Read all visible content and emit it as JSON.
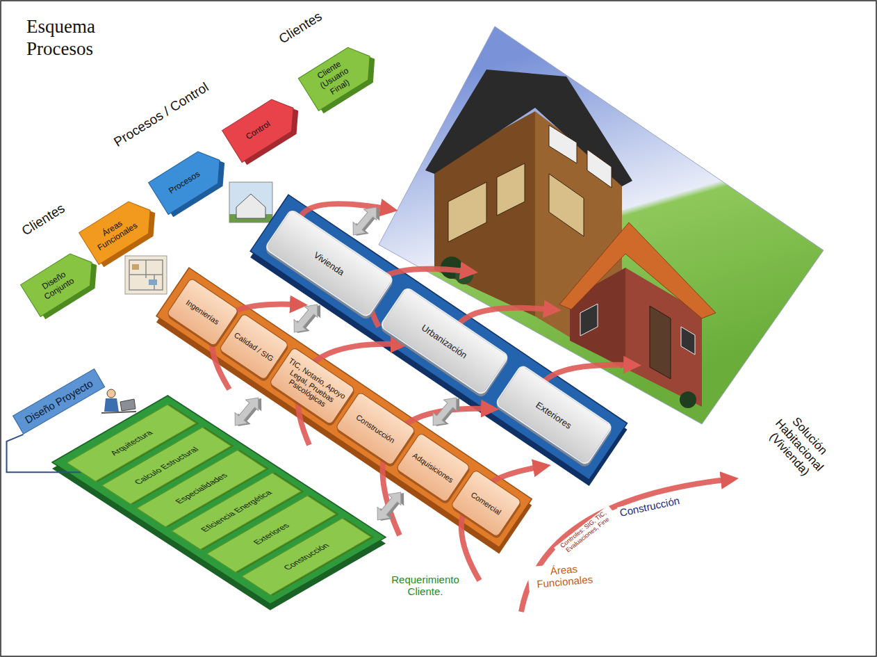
{
  "diagram": {
    "title": "Esquema Procesos",
    "nodes": [
      {
        "text": [
          "Diseño Conjunto"
        ]
      },
      {
        "text": [
          "Áreas Funcionales"
        ]
      },
      {
        "text": [
          "Procesos"
        ]
      },
      {
        "text": [
          "Control"
        ]
      },
      {
        "text": [
          "Cliente (Usuario Final)"
        ]
      },
      {
        "text": [
          "Vivienda"
        ]
      },
      {
        "text": [
          "Urbanización"
        ]
      },
      {
        "text": [
          "Exteriores"
        ]
      },
      {
        "text": [
          "Ingenierías"
        ]
      },
      {
        "text": [
          "Calidad / SIG"
        ]
      },
      {
        "text": [
          "TIC, Notario, Apoyo Legal, Pruebas Psicológicas"
        ]
      },
      {
        "text": [
          "Construcción"
        ]
      },
      {
        "text": [
          "Adquisiciones"
        ]
      },
      {
        "text": [
          "Comercial"
        ]
      },
      {
        "text": [
          "Diseño Proyecto"
        ]
      },
      {
        "text": [
          "Arquitectura"
        ]
      },
      {
        "text": [
          "Calculo Estructural"
        ]
      },
      {
        "text": [
          "Especialidades"
        ]
      },
      {
        "text": [
          "Eficiencia Energética"
        ]
      },
      {
        "text": [
          "Exteriores"
        ]
      },
      {
        "text": [
          "Construcción"
        ]
      }
    ],
    "edges": [
      {
        "from": 14,
        "to": 15,
        "arrow": "none"
      }
    ],
    "labels": [
      "Clientes",
      "Procesos / Control",
      "Clientes",
      "Solución Habitacional (Vivienda)",
      "Construcción",
      "Controles: SIG, TIC, Evaluaciones, Fine",
      "Áreas Funcionales",
      "Requerimiento Cliente."
    ]
  }
}
